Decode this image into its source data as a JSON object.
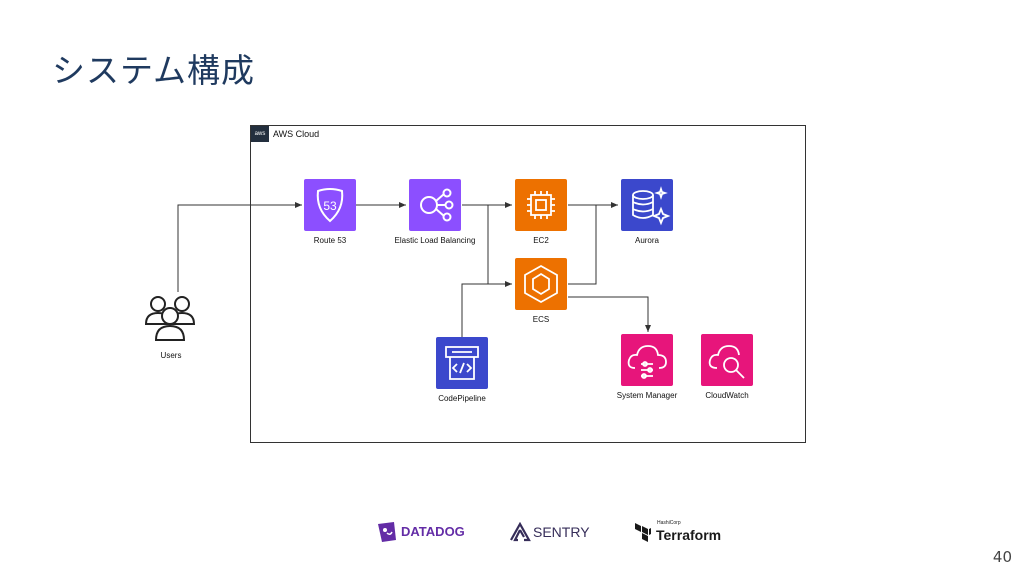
{
  "slide": {
    "title": "システム構成",
    "page_number": "40"
  },
  "diagram": {
    "cloud_label": "AWS Cloud",
    "cloud_badge": "aws",
    "nodes": {
      "users": "Users",
      "route53": "Route 53",
      "elb": "Elastic Load Balancing",
      "ec2": "EC2",
      "aurora": "Aurora",
      "ecs": "ECS",
      "codepipeline": "CodePipeline",
      "system_manager": "System Manager",
      "cloudwatch": "CloudWatch"
    },
    "icon_text": {
      "route53": "53"
    }
  },
  "partners": {
    "datadog": "DATADOG",
    "sentry": "SENTRY",
    "hashicorp": "HashiCorp",
    "terraform": "Terraform"
  },
  "colors": {
    "networking": "#8c4fff",
    "compute": "#ed7100",
    "database": "#3b48cc",
    "devtools": "#3b48cc",
    "management": "#e7157b"
  }
}
